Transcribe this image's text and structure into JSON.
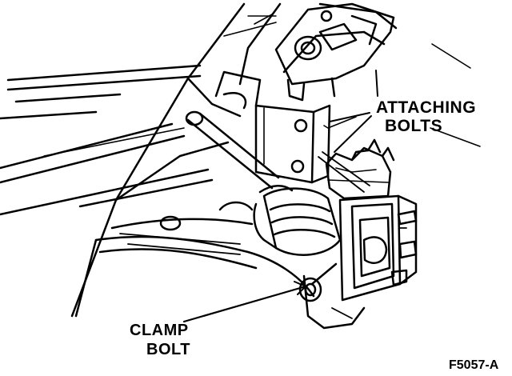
{
  "labels": {
    "attaching_bolts_line1": "ATTACHING",
    "attaching_bolts_line2": "BOLTS",
    "clamp_bolt_line1": "CLAMP",
    "clamp_bolt_line2": "BOLT",
    "figure_code": "F5057-A"
  },
  "colors": {
    "line": "#000000",
    "background": "#ffffff"
  }
}
